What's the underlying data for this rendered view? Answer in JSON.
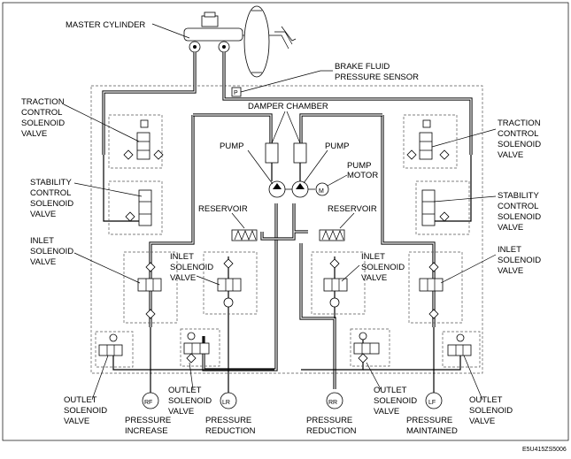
{
  "labels": {
    "master_cylinder": "MASTER CYLINDER",
    "brake_fluid_pressure_sensor_1": "BRAKE FLUID",
    "brake_fluid_pressure_sensor_2": "PRESSURE SENSOR",
    "damper_chamber": "DAMPER CHAMBER",
    "pump_left": "PUMP",
    "pump_right": "PUMP",
    "pump_motor_1": "PUMP",
    "pump_motor_2": "MOTOR",
    "reservoir_left": "RESERVOIR",
    "reservoir_right": "RESERVOIR",
    "tc_left": [
      "TRACTION",
      "CONTROL",
      "SOLENOID",
      "VALVE"
    ],
    "tc_right": [
      "TRACTION",
      "CONTROL",
      "SOLENOID",
      "VALVE"
    ],
    "sc_left": [
      "STABILITY",
      "CONTROL",
      "SOLENOID",
      "VALVE"
    ],
    "sc_right": [
      "STABILITY",
      "CONTROL",
      "SOLENOID",
      "VALVE"
    ],
    "inlet_left_outer": [
      "INLET",
      "SOLENOID",
      "VALVE"
    ],
    "inlet_left_inner": [
      "INLET",
      "SOLENOID",
      "VALVE"
    ],
    "inlet_right_inner": [
      "INLET",
      "SOLENOID",
      "VALVE"
    ],
    "inlet_right_outer": [
      "INLET",
      "SOLENOID",
      "VALVE"
    ],
    "outlet_1": [
      "OUTLET",
      "SOLENOID",
      "VALVE"
    ],
    "outlet_2": [
      "OUTLET",
      "SOLENOID",
      "VALVE"
    ],
    "outlet_3": [
      "OUTLET",
      "SOLENOID",
      "VALVE"
    ],
    "outlet_4": [
      "OUTLET",
      "SOLENOID",
      "VALVE"
    ],
    "wheel_rf": "RF",
    "wheel_lr": "LR",
    "wheel_rr": "RR",
    "wheel_lf": "LF",
    "state_rf": [
      "PRESSURE",
      "INCREASE"
    ],
    "state_lr": [
      "PRESSURE",
      "REDUCTION"
    ],
    "state_rr": [
      "PRESSURE",
      "REDUCTION"
    ],
    "state_lf": [
      "PRESSURE",
      "MAINTAINED"
    ],
    "sensor_symbol": "P",
    "motor_symbol": "M",
    "figure_code": "E5U415ZS5006"
  }
}
